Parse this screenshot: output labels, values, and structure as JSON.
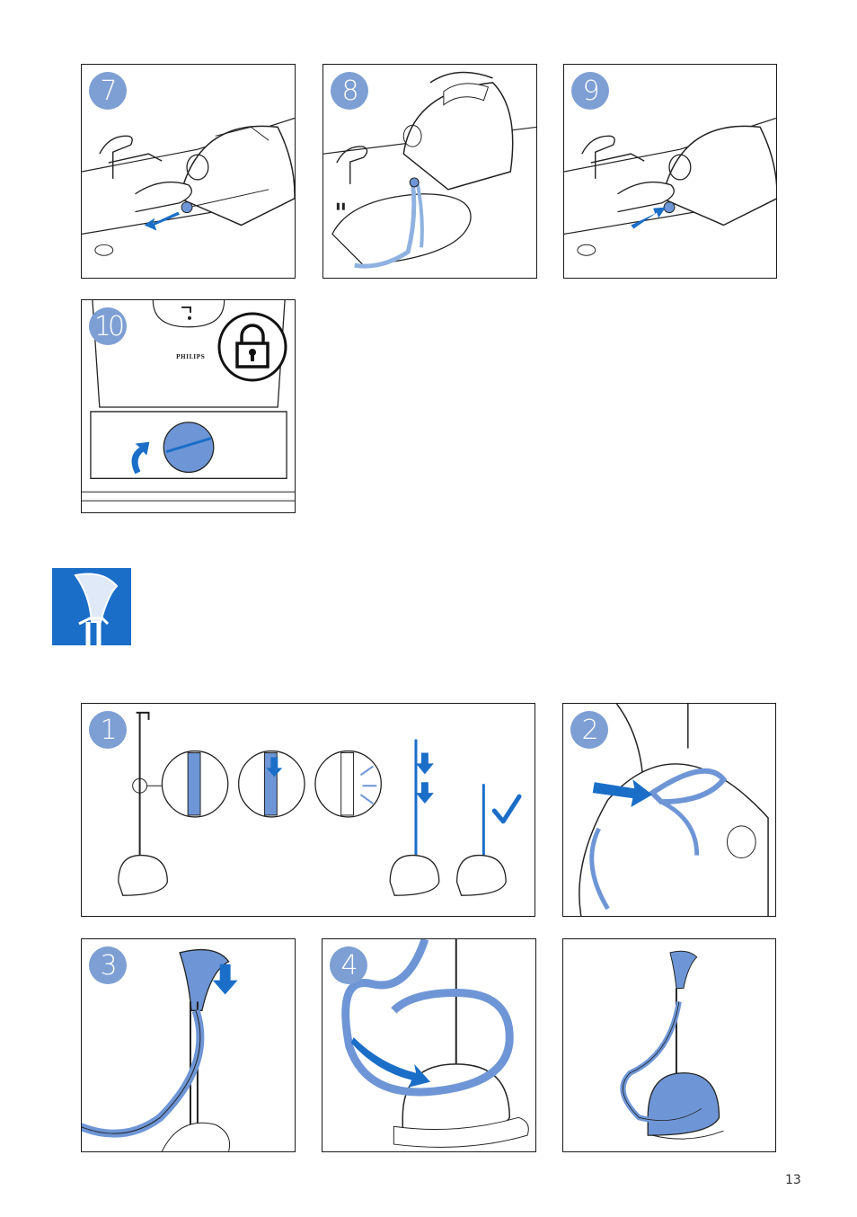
{
  "steps_top": [
    {
      "id": "step-7",
      "label": "7"
    },
    {
      "id": "step-8",
      "label": "8"
    },
    {
      "id": "step-9",
      "label": "9"
    },
    {
      "id": "step-10",
      "label": "10"
    }
  ],
  "steps_bottom": [
    {
      "id": "step-1",
      "label": "1"
    },
    {
      "id": "step-2",
      "label": "2"
    },
    {
      "id": "step-3",
      "label": "3"
    },
    {
      "id": "step-4",
      "label": "4"
    }
  ],
  "brand_label": "PHILIPS",
  "page_number": "13",
  "colors": {
    "accent_blue": "#1a6ec8",
    "badge_blue": "#7d9fd3",
    "hose_blue": "#6e96d6",
    "water_blue": "#8fb2e0",
    "outline": "#1a1a1a"
  },
  "icons": [
    "lock-icon",
    "tap-icon",
    "checkmark-icon",
    "arrow-icon",
    "storage-icon"
  ]
}
